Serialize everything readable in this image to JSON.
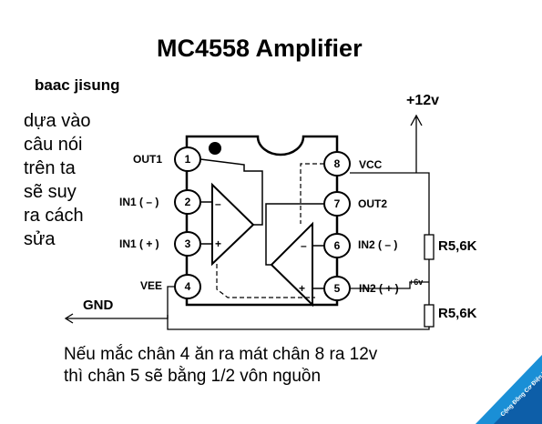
{
  "title": "MC4558 Amplifier",
  "author": "baac jisung",
  "note_lines": [
    "dựa vào",
    "câu nói",
    "trên ta",
    "sẽ suy",
    "ra cách",
    "sửa"
  ],
  "supply_label": "+12v",
  "gnd_label": "GND",
  "resistors": [
    "R5,6K",
    "R5,6K"
  ],
  "pins": {
    "p1": {
      "num": "1",
      "label": "OUT1"
    },
    "p2": {
      "num": "2",
      "label": "IN1 ( – )"
    },
    "p3": {
      "num": "3",
      "label": "IN1 ( + )"
    },
    "p4": {
      "num": "4",
      "label": "VEE"
    },
    "p5": {
      "num": "5",
      "label": "IN2 ( + )"
    },
    "p6": {
      "num": "6",
      "label": "IN2 ( – )"
    },
    "p7": {
      "num": "7",
      "label": "OUT2"
    },
    "p8": {
      "num": "8",
      "label": "VCC"
    }
  },
  "pin5_note": "+6v",
  "bottom_lines": [
    "Nếu mắc chân 4 ăn ra mát chân 8 ra 12v",
    "thì chân 5 sẽ bằng 1/2 vôn nguồn"
  ],
  "watermark": "Cộng Đồng Cơ Điện Tử Việt Nam · cdtvn.org"
}
